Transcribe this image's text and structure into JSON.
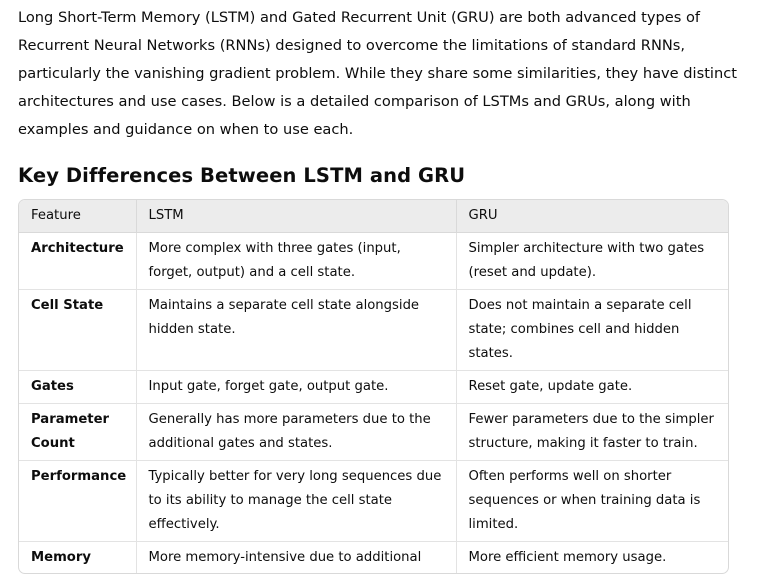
{
  "intro": "Long Short-Term Memory (LSTM) and Gated Recurrent Unit (GRU) are both advanced types of Recurrent Neural Networks (RNNs) designed to overcome the limitations of standard RNNs, particularly the vanishing gradient problem. While they share some similarities, they have distinct architectures and use cases. Below is a detailed comparison of LSTMs and GRUs, along with examples and guidance on when to use each.",
  "section_heading": "Key Differences Between LSTM and GRU",
  "table": {
    "headers": [
      "Feature",
      "LSTM",
      "GRU"
    ],
    "rows": [
      {
        "feature": "Architecture",
        "lstm": "More complex with three gates (input, forget, output) and a cell state.",
        "gru": "Simpler architecture with two gates (reset and update)."
      },
      {
        "feature": "Cell State",
        "lstm": "Maintains a separate cell state alongside hidden state.",
        "gru": "Does not maintain a separate cell state; combines cell and hidden states."
      },
      {
        "feature": "Gates",
        "lstm": "Input gate, forget gate, output gate.",
        "gru": "Reset gate, update gate."
      },
      {
        "feature": "Parameter Count",
        "lstm": "Generally has more parameters due to the additional gates and states.",
        "gru": "Fewer parameters due to the simpler structure, making it faster to train."
      },
      {
        "feature": "Performance",
        "lstm": "Typically better for very long sequences due to its ability to manage the cell state effectively.",
        "gru": "Often performs well on shorter sequences or when training data is limited."
      },
      {
        "feature": "Memory",
        "lstm": "More memory-intensive due to additional gates.",
        "gru": "More efficient memory usage."
      }
    ]
  }
}
